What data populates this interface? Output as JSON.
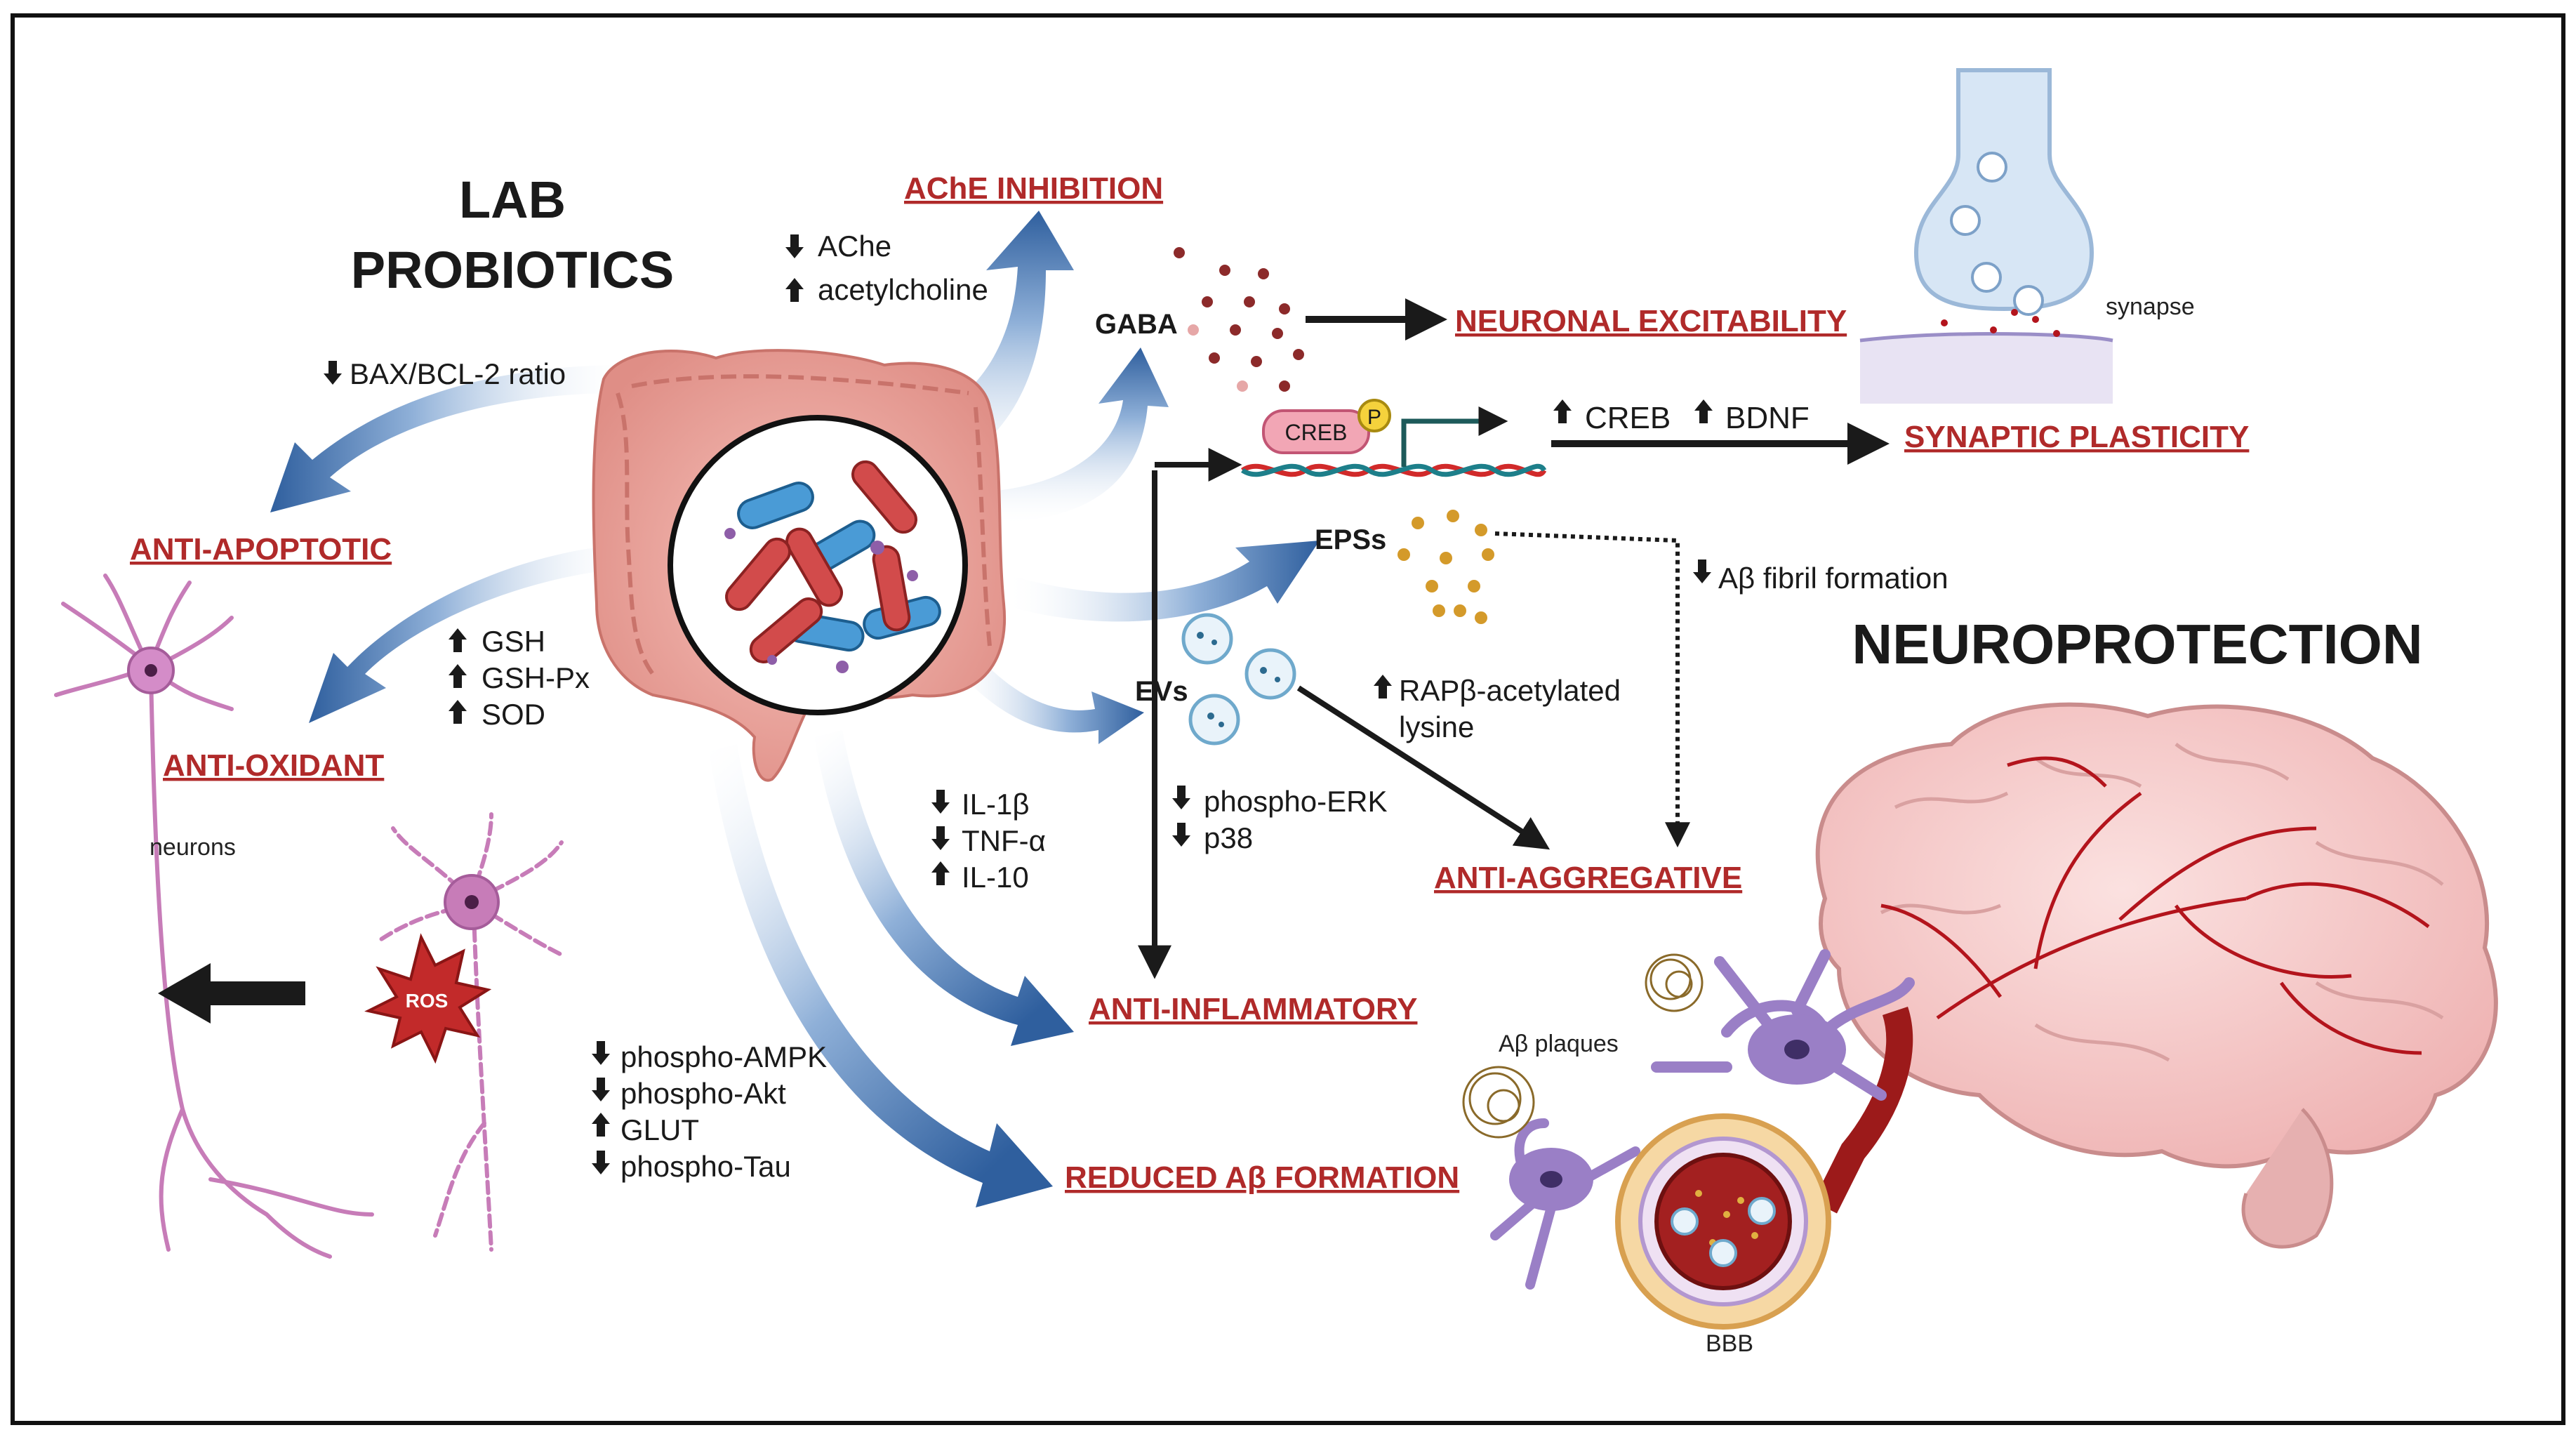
{
  "title": {
    "line1": "LAB",
    "line2": "PROBIOTICS"
  },
  "heading_neuro": "NEUROPROTECTION",
  "outcomes": {
    "ache_inhibition": "AChE INHIBITION",
    "neuronal_excitability": "NEURONAL EXCITABILITY",
    "synaptic_plasticity": "SYNAPTIC PLASTICITY",
    "anti_apoptotic": "ANTI-APOPTOTIC",
    "anti_oxidant": "ANTI-OXIDANT",
    "anti_aggregative": "ANTI-AGGREGATIVE",
    "anti_inflammatory": "ANTI-INFLAMMATORY",
    "reduced_abeta": "REDUCED Aβ FORMATION"
  },
  "mediators": {
    "gaba": "GABA",
    "epss": "EPSs",
    "evs": "EVs",
    "creb_box": "CREB",
    "p_badge": "P"
  },
  "markers": {
    "ache": [
      {
        "dir": "down",
        "text": "AChe"
      },
      {
        "dir": "up",
        "text": "acetylcholine"
      }
    ],
    "bax": [
      {
        "dir": "down",
        "text": "BAX/BCL-2 ratio"
      }
    ],
    "oxidant": [
      {
        "dir": "up",
        "text": "GSH"
      },
      {
        "dir": "up",
        "text": "GSH-Px"
      },
      {
        "dir": "up",
        "text": "SOD"
      }
    ],
    "creb": [
      {
        "dir": "up",
        "text": "CREB"
      },
      {
        "dir": "up",
        "text": "BDNF"
      }
    ],
    "fibril": [
      {
        "dir": "down",
        "text": "Aβ fibril formation"
      }
    ],
    "rap": [
      {
        "dir": "up",
        "text": "RAPβ-acetylated"
      }
    ],
    "rap_line2": "lysine",
    "erk": [
      {
        "dir": "down",
        "text": "phospho-ERK"
      },
      {
        "dir": "down",
        "text": "p38"
      }
    ],
    "inflam": [
      {
        "dir": "down",
        "text": "IL-1β"
      },
      {
        "dir": "down",
        "text": "TNF-α"
      },
      {
        "dir": "up",
        "text": "IL-10"
      }
    ],
    "ampk": [
      {
        "dir": "down",
        "text": "phospho-AMPK"
      },
      {
        "dir": "down",
        "text": "phospho-Akt"
      },
      {
        "dir": "up",
        "text": "GLUT"
      },
      {
        "dir": "down",
        "text": "phospho-Tau"
      }
    ]
  },
  "labels": {
    "synapse": "synapse",
    "neurons": "neurons",
    "ros": "ROS",
    "plaques": "Aβ plaques",
    "bbb": "BBB"
  },
  "colors": {
    "outcome_red": "#b02a2a",
    "arrow_blue": "#2f5f9e",
    "gut_pink": "#e8a09a",
    "neuron_pink": "#c77cb8",
    "brain_pink": "#f2c3c3",
    "vessel_red": "#b3141c",
    "microglia_purple": "#9a7fc6"
  }
}
